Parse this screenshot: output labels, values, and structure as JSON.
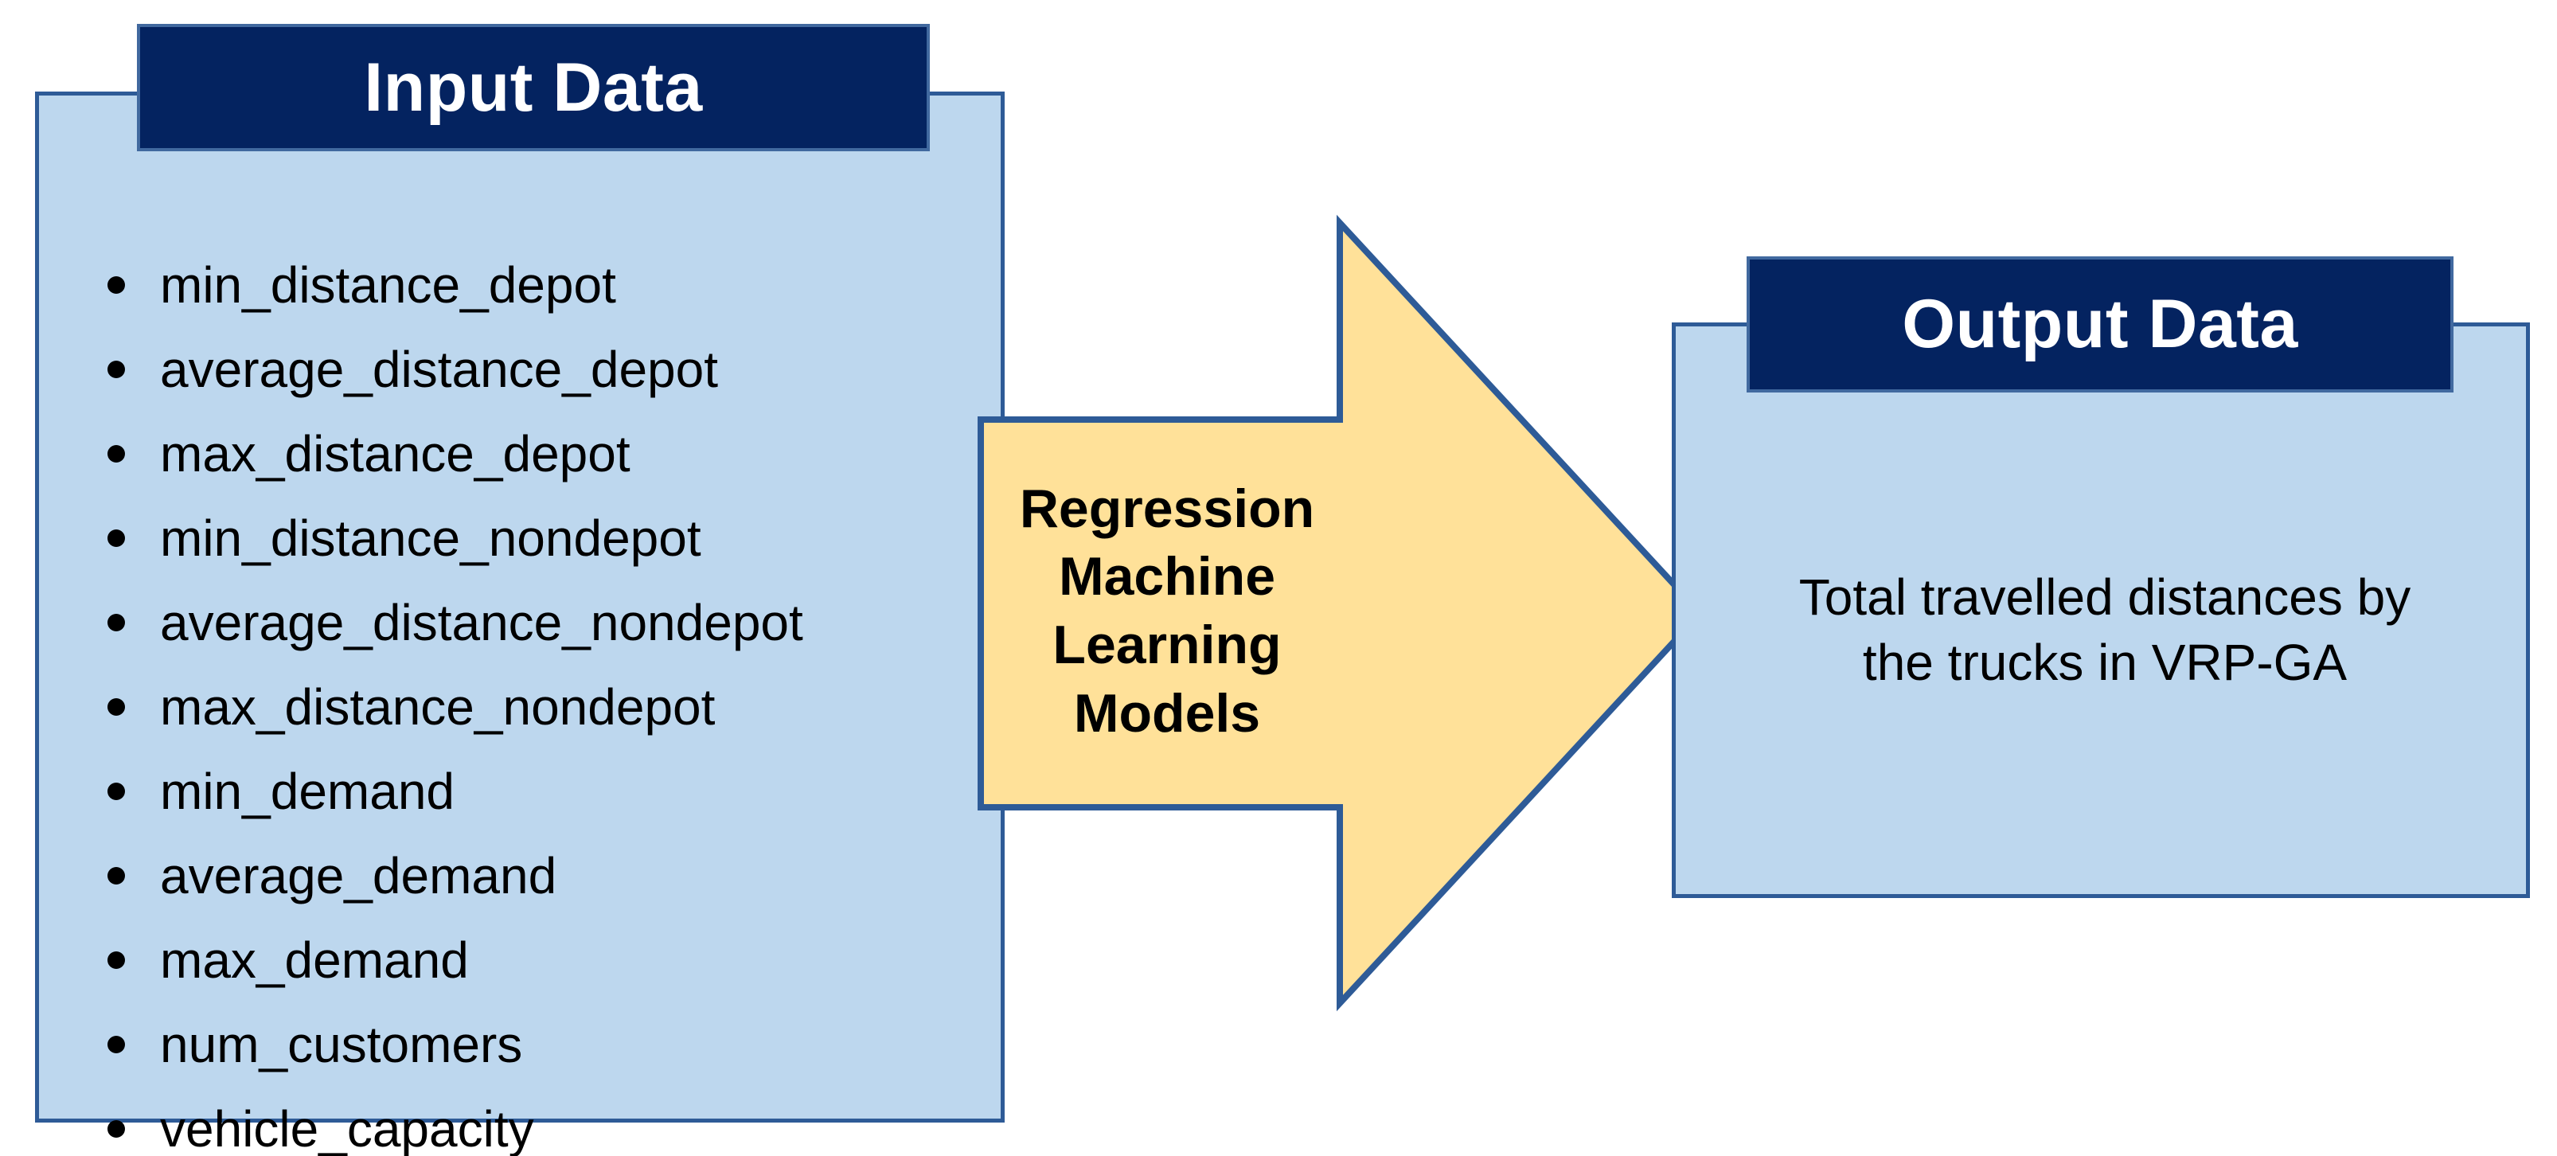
{
  "diagram": {
    "title": "Regression Machine Learning pipeline for VRP-GA",
    "colors": {
      "panel_fill": "#bdd7ee",
      "panel_border": "#2e5b97",
      "banner_fill": "#042360",
      "banner_border": "#41699f",
      "banner_text": "#ffffff",
      "arrow_fill": "#ffe199",
      "arrow_border": "#2e5b97",
      "body_text": "#000000",
      "background": "#ffffff"
    }
  },
  "input": {
    "banner_label": "Input Data",
    "items": [
      "min_distance_depot",
      "average_distance_depot",
      "max_distance_depot",
      "min_distance_nondepot",
      "average_distance_nondepot",
      "max_distance_nondepot",
      "min_demand",
      "average_demand",
      "max_demand",
      "num_customers",
      "vehicle_capacity"
    ]
  },
  "arrow": {
    "icon": "right-arrow-icon",
    "lines": [
      "Regression",
      "Machine",
      "Learning",
      "Models"
    ]
  },
  "output": {
    "banner_label": "Output Data",
    "lines": [
      "Total travelled distances by",
      "the trucks in VRP-GA"
    ]
  }
}
